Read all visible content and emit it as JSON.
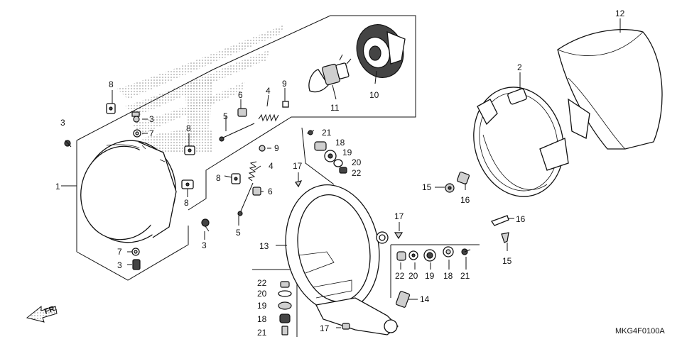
{
  "diagram": {
    "code": "MKG4F0100A",
    "direction": "FR.",
    "callouts": [
      {
        "id": "c-1",
        "text": "1"
      },
      {
        "id": "c-2",
        "text": "2"
      },
      {
        "id": "c-3a",
        "text": "3"
      },
      {
        "id": "c-3b",
        "text": "3"
      },
      {
        "id": "c-3c",
        "text": "3"
      },
      {
        "id": "c-3d",
        "text": "3"
      },
      {
        "id": "c-4a",
        "text": "4"
      },
      {
        "id": "c-4b",
        "text": "4"
      },
      {
        "id": "c-5a",
        "text": "5"
      },
      {
        "id": "c-5b",
        "text": "5"
      },
      {
        "id": "c-6a",
        "text": "6"
      },
      {
        "id": "c-6b",
        "text": "6"
      },
      {
        "id": "c-7a",
        "text": "7"
      },
      {
        "id": "c-7b",
        "text": "7"
      },
      {
        "id": "c-8a",
        "text": "8"
      },
      {
        "id": "c-8b",
        "text": "8"
      },
      {
        "id": "c-8c",
        "text": "8"
      },
      {
        "id": "c-8d",
        "text": "8"
      },
      {
        "id": "c-9a",
        "text": "9"
      },
      {
        "id": "c-9b",
        "text": "9"
      },
      {
        "id": "c-10",
        "text": "10"
      },
      {
        "id": "c-11",
        "text": "11"
      },
      {
        "id": "c-12",
        "text": "12"
      },
      {
        "id": "c-13",
        "text": "13"
      },
      {
        "id": "c-14",
        "text": "14"
      },
      {
        "id": "c-15a",
        "text": "15"
      },
      {
        "id": "c-15b",
        "text": "15"
      },
      {
        "id": "c-16a",
        "text": "16"
      },
      {
        "id": "c-16b",
        "text": "16"
      },
      {
        "id": "c-17a",
        "text": "17"
      },
      {
        "id": "c-17b",
        "text": "17"
      },
      {
        "id": "c-17c",
        "text": "17"
      },
      {
        "id": "c-18a",
        "text": "18"
      },
      {
        "id": "c-18b",
        "text": "18"
      },
      {
        "id": "c-18c",
        "text": "18"
      },
      {
        "id": "c-19a",
        "text": "19"
      },
      {
        "id": "c-19b",
        "text": "19"
      },
      {
        "id": "c-19c",
        "text": "19"
      },
      {
        "id": "c-20a",
        "text": "20"
      },
      {
        "id": "c-20b",
        "text": "20"
      },
      {
        "id": "c-20c",
        "text": "20"
      },
      {
        "id": "c-21a",
        "text": "21"
      },
      {
        "id": "c-21b",
        "text": "21"
      },
      {
        "id": "c-21c",
        "text": "21"
      },
      {
        "id": "c-22a",
        "text": "22"
      },
      {
        "id": "c-22b",
        "text": "22"
      },
      {
        "id": "c-22c",
        "text": "22"
      }
    ]
  },
  "colors": {
    "line": "#111111",
    "background": "#ffffff",
    "dots": "#9a9a9a"
  }
}
